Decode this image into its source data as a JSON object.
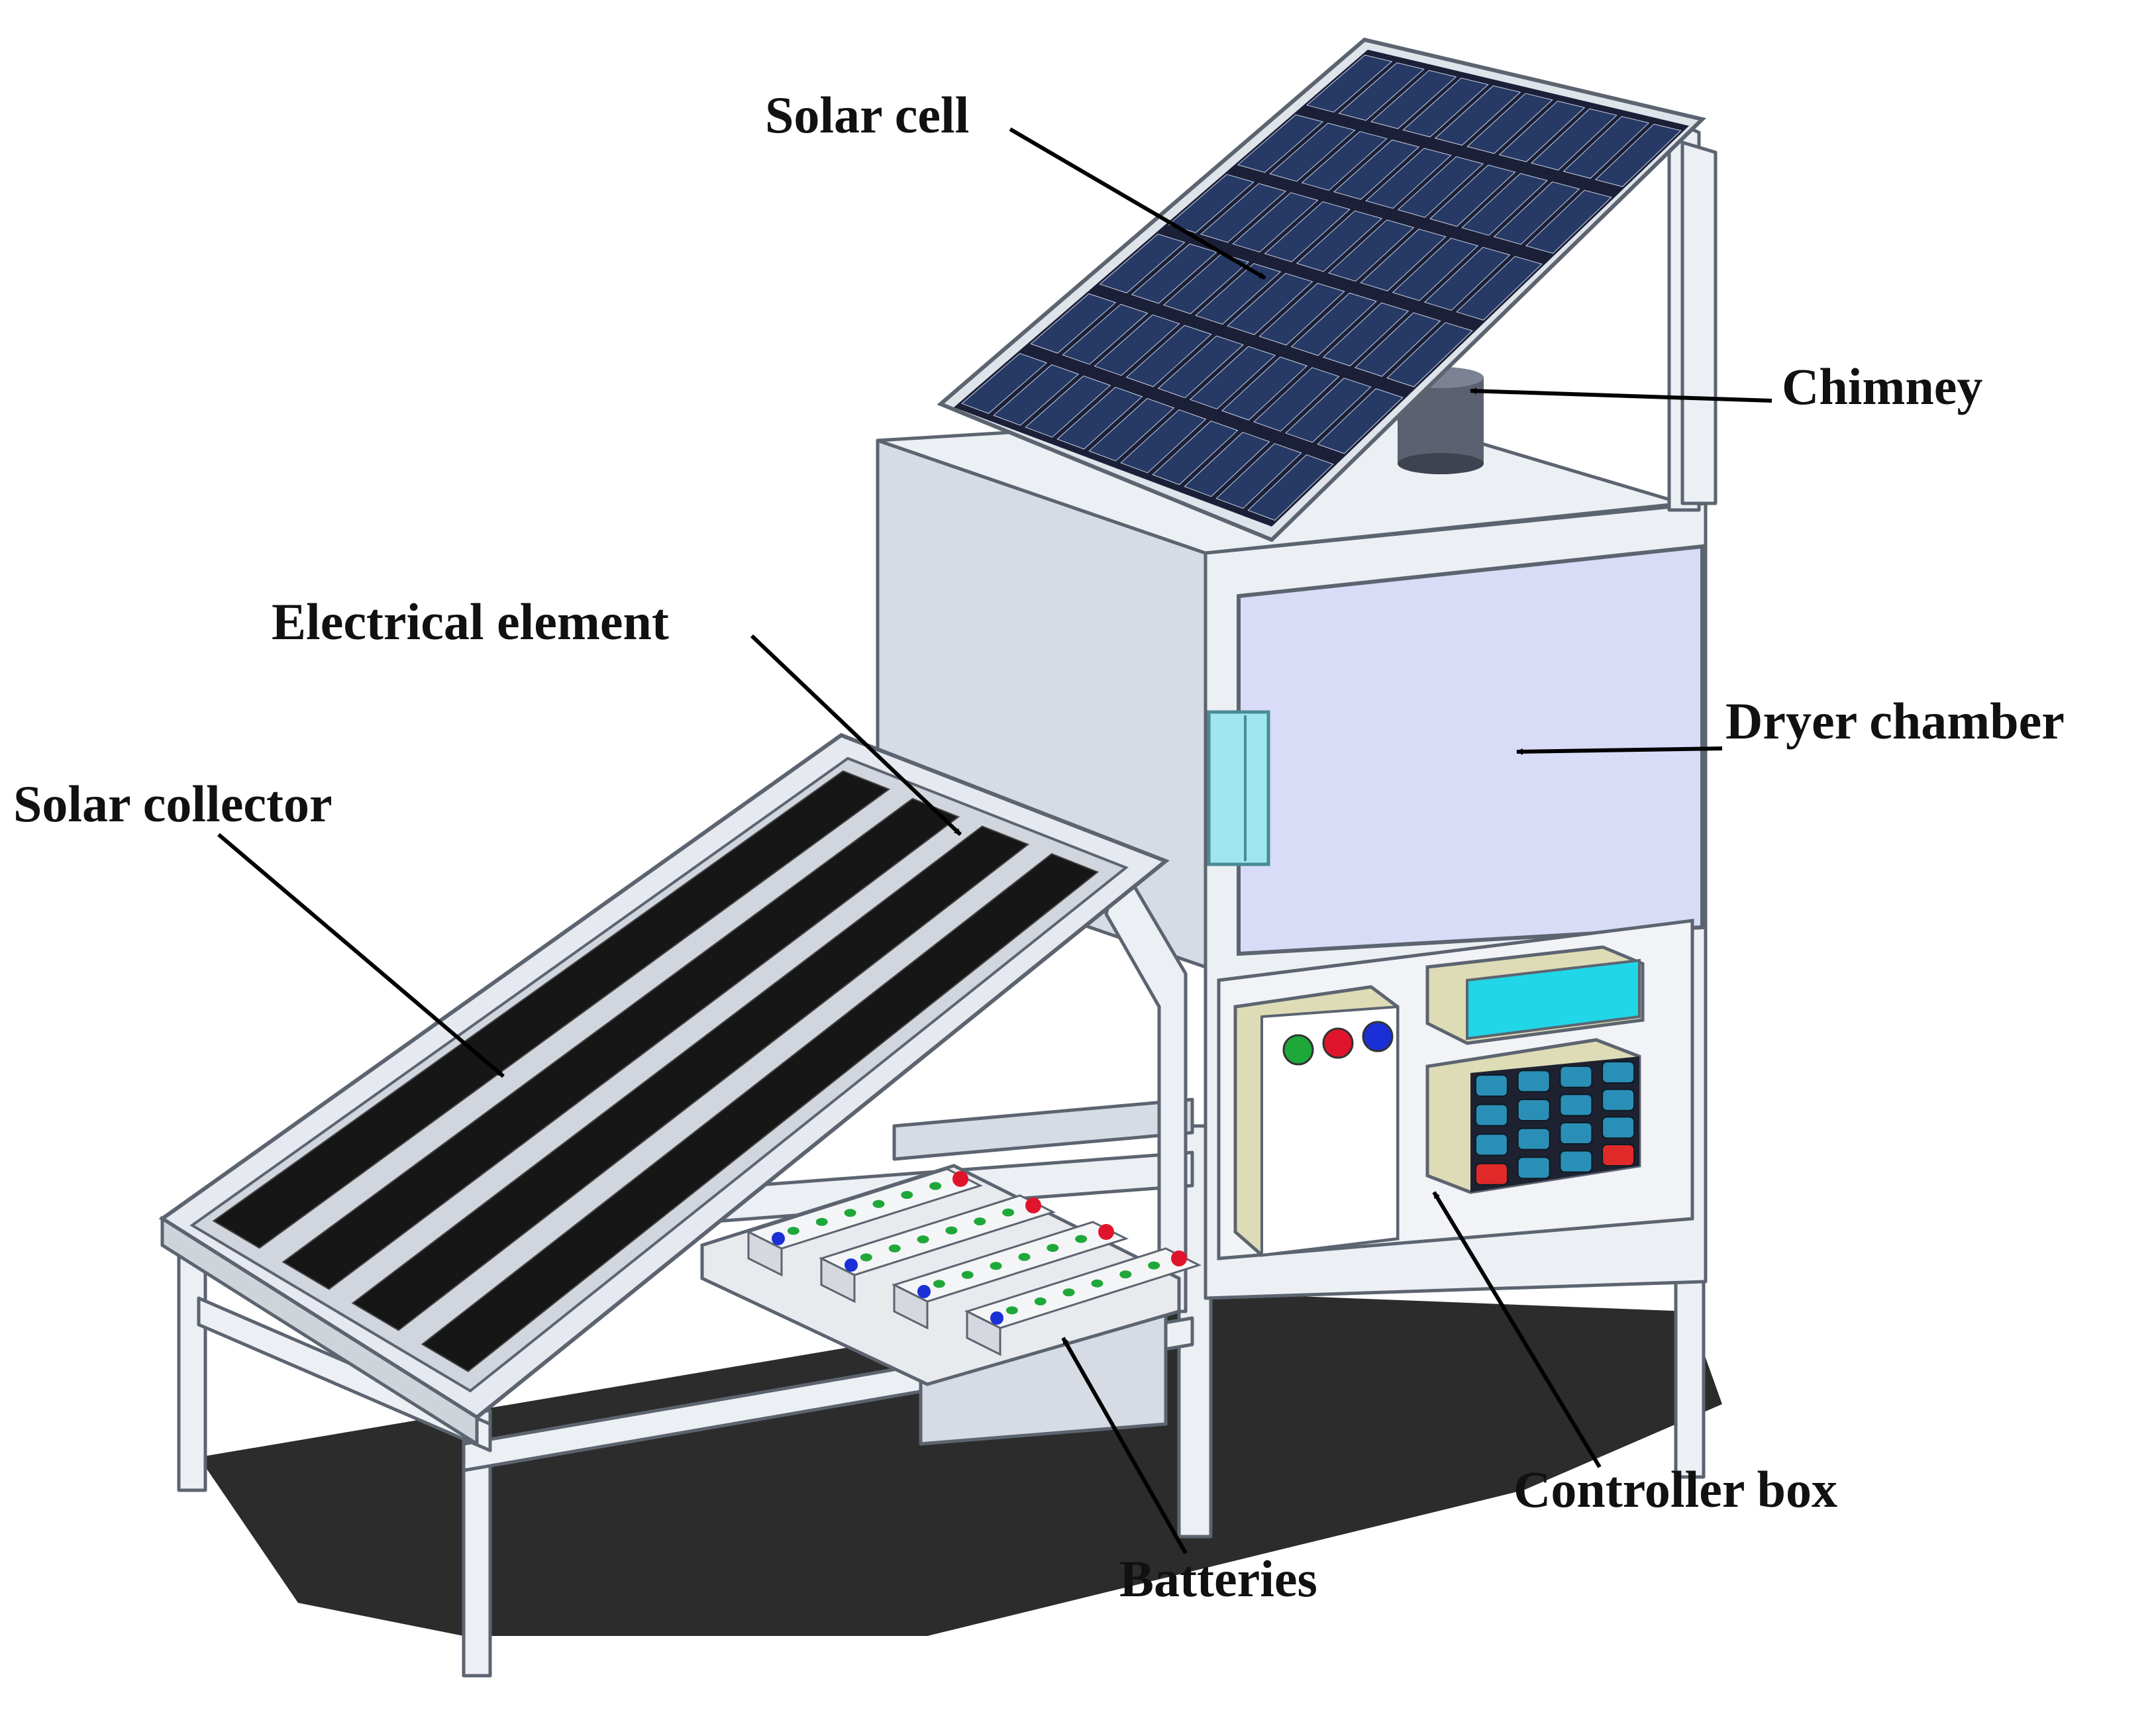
{
  "labels": {
    "solar_cell": "Solar cell",
    "chimney": "Chimney",
    "electrical_element": "Electrical element",
    "dryer_chamber": "Dryer chamber",
    "solar_collector": "Solar collector",
    "controller_box": "Controller box",
    "batteries": "Batteries"
  },
  "colors": {
    "solar_panel": "#1b2038",
    "solar_cell": "#273a66",
    "frame": "#eceff4",
    "door": "#d9dcf7",
    "display": "#21d6e6",
    "hinge": "#9fe6ee",
    "enclosure": "#dedcb6",
    "led_green": "#1fa83a",
    "led_red": "#e0152c",
    "led_blue": "#1b2fd6",
    "keypad_key": "#2a8fb6",
    "keypad_red": "#e02a2a",
    "collector_strip": "#161616",
    "shadow": "#2c2c2c"
  }
}
